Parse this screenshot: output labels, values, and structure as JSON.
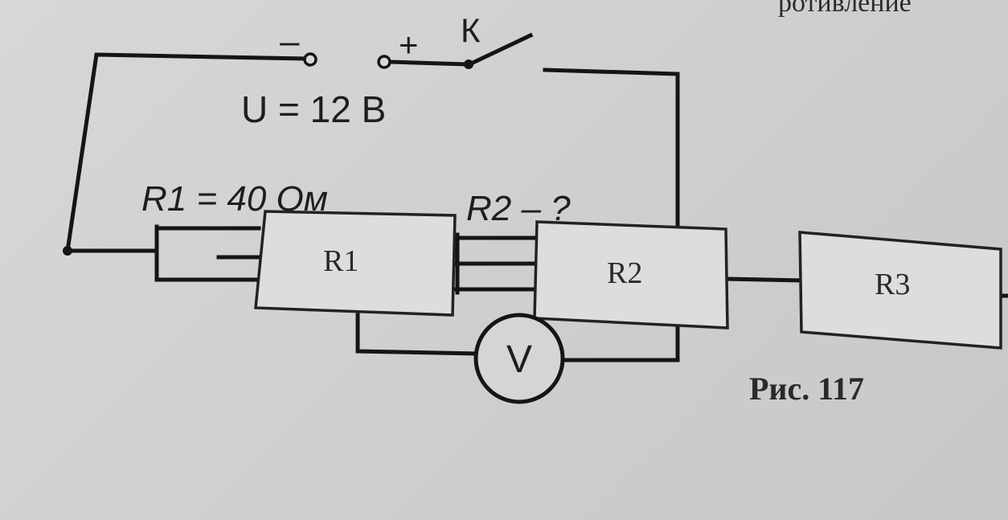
{
  "page_fragment": "ротивление",
  "source": {
    "minus_sign": "–",
    "plus_sign": "+",
    "voltage_label": "U = 12 В"
  },
  "switch_label": "К",
  "resistor_labels": {
    "r1_value": "R1 = 40 Ом",
    "r2_value": "R2 – ?"
  },
  "resistors": {
    "r1": "R1",
    "r2": "R2",
    "r3": "R3"
  },
  "voltmeter_label": "V",
  "figure_caption": "Рис. 117"
}
